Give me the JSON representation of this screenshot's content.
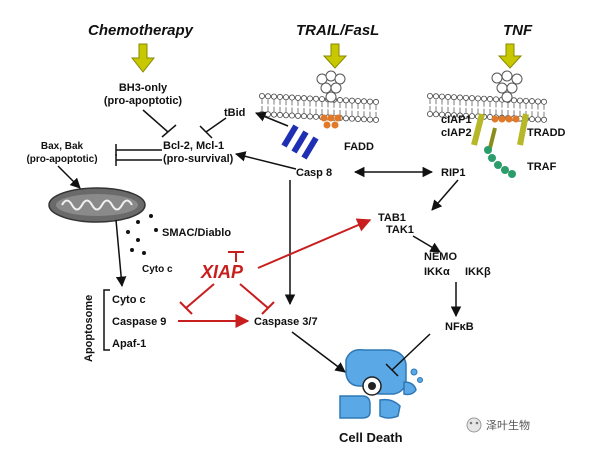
{
  "inputs": {
    "chemotherapy": "Chemotherapy",
    "trail_fasl": "TRAIL/FasL",
    "tnf": "TNF"
  },
  "nodes": {
    "bh3_only_line1": "BH3-only",
    "bh3_only_line2": "(pro-apoptotic)",
    "tbid": "tBid",
    "bcl2_mcl1_line1": "Bcl-2, Mcl-1",
    "bcl2_mcl1_line2": "(pro-survival)",
    "bax_bak_line1": "Bax, Bak",
    "bax_bak_line2": "(pro-apoptotic)",
    "fadd": "FADD",
    "casp8": "Casp 8",
    "ciap1": "cIAP1",
    "ciap2": "cIAP2",
    "tradd": "TRADD",
    "rip1": "RIP1",
    "traf": "TRAF",
    "smac_diablo": "SMAC/Diablo",
    "cyto_c_release": "Cyto c",
    "xiap": "XIAP",
    "tab1": "TAB1",
    "tak1": "TAK1",
    "nemo": "NEMO",
    "ikka": "IKKα",
    "ikkb": "IKKβ",
    "nfkb": "NFκB",
    "apoptosome": "Apoptosome",
    "apoptosome_cyto_c": "Cyto c",
    "caspase9": "Caspase 9",
    "apaf1": "Apaf-1",
    "caspase37": "Caspase 3/7",
    "cell_death": "Cell Death"
  },
  "watermark": "泽叶生物",
  "colors": {
    "activation": "#111111",
    "inhibition_red": "#c81e1e",
    "input_arrow": "#c8c800",
    "input_arrow_stroke": "#888800",
    "mitochondrion": "#606060",
    "cell_death_icon": "#5aa9e6",
    "fadd_receptor": "#1f2fb3",
    "tnf_receptor": "#b7b72a",
    "traf_beads": "#2b9c6a",
    "adaptor_beads": "#e07a2a"
  }
}
